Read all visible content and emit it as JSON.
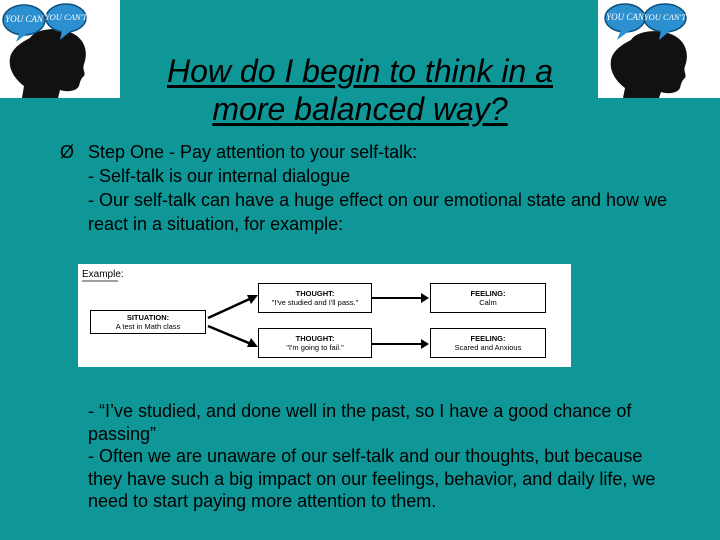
{
  "logo": {
    "bubble_left": "YOU CAN",
    "bubble_right": "YOU CAN'T"
  },
  "title": {
    "line1": "How do I begin to think in a",
    "line2": "more balanced way?"
  },
  "bullet": {
    "symbol": "Ø",
    "text": "Step One - Pay attention to your self-talk:"
  },
  "sub_points": [
    "- Self-talk is our internal dialogue",
    "- Our self-talk can have a huge effect on our emotional state and how we react in a situation, for example:"
  ],
  "diagram": {
    "example_label": "Example:",
    "situation_head": "SITUATION:",
    "situation_text": "A test in Math class",
    "thought1_head": "THOUGHT:",
    "thought1_text": "\"I've studied and  I'll pass.\"",
    "thought2_head": "THOUGHT:",
    "thought2_text": "\"I'm going to fail.\"",
    "feeling1_head": "FEELING:",
    "feeling1_text": "Calm",
    "feeling2_head": "FEELING:",
    "feeling2_text": "Scared and Anxious"
  },
  "after": {
    "quote": "- “I’ve studied, and done well in the past, so I have a good chance of passing”",
    "note": "- Often we are unaware of our self-talk and our thoughts, but because they have such a big impact on our feelings, behavior, and daily life, we need to start paying more attention to them."
  },
  "colors": {
    "background": "#0f9696",
    "bubble": "#2b8fd0"
  }
}
